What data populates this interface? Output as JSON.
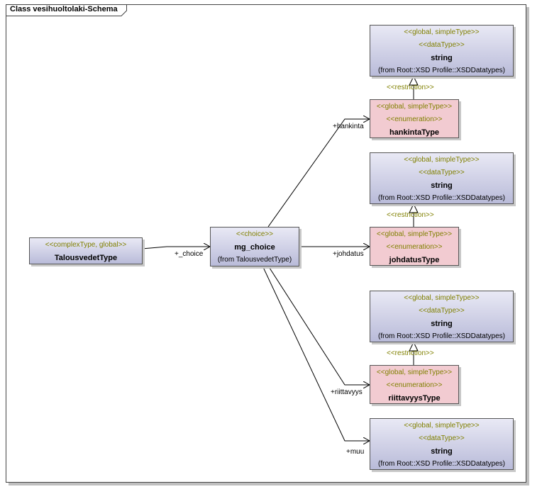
{
  "frame": {
    "title": "Class vesihuoltolaki-Schema"
  },
  "classes": {
    "talousvedet": {
      "stereotype": "<<complexType, global>>",
      "name": "TalousvedetType"
    },
    "mg_choice": {
      "stereotype": "<<choice>>",
      "name": "mg_choice",
      "from": "(from TalousvedetType)"
    },
    "string1": {
      "stereotype1": "<<global, simpleType>>",
      "stereotype2": "<<dataType>>",
      "name": "string",
      "from": "(from Root::XSD Profile::XSDDatatypes)"
    },
    "hankinta": {
      "stereotype1": "<<global, simpleType>>",
      "stereotype2": "<<enumeration>>",
      "name": "hankintaType"
    },
    "string2": {
      "stereotype1": "<<global, simpleType>>",
      "stereotype2": "<<dataType>>",
      "name": "string",
      "from": "(from Root::XSD Profile::XSDDatatypes)"
    },
    "johdatus": {
      "stereotype1": "<<global, simpleType>>",
      "stereotype2": "<<enumeration>>",
      "name": "johdatusType"
    },
    "string3": {
      "stereotype1": "<<global, simpleType>>",
      "stereotype2": "<<dataType>>",
      "name": "string",
      "from": "(from Root::XSD Profile::XSDDatatypes)"
    },
    "riittavyys": {
      "stereotype1": "<<global, simpleType>>",
      "stereotype2": "<<enumeration>>",
      "name": "riittavyysType"
    },
    "string4": {
      "stereotype1": "<<global, simpleType>>",
      "stereotype2": "<<dataType>>",
      "name": "string",
      "from": "(from Root::XSD Profile::XSDDatatypes)"
    }
  },
  "labels": {
    "choice": "+_choice",
    "hankinta": "+hankinta",
    "johdatus": "+johdatus",
    "riittavyys": "+riittavyys",
    "muu": "+muu",
    "restriction": "<<restriction>>"
  }
}
